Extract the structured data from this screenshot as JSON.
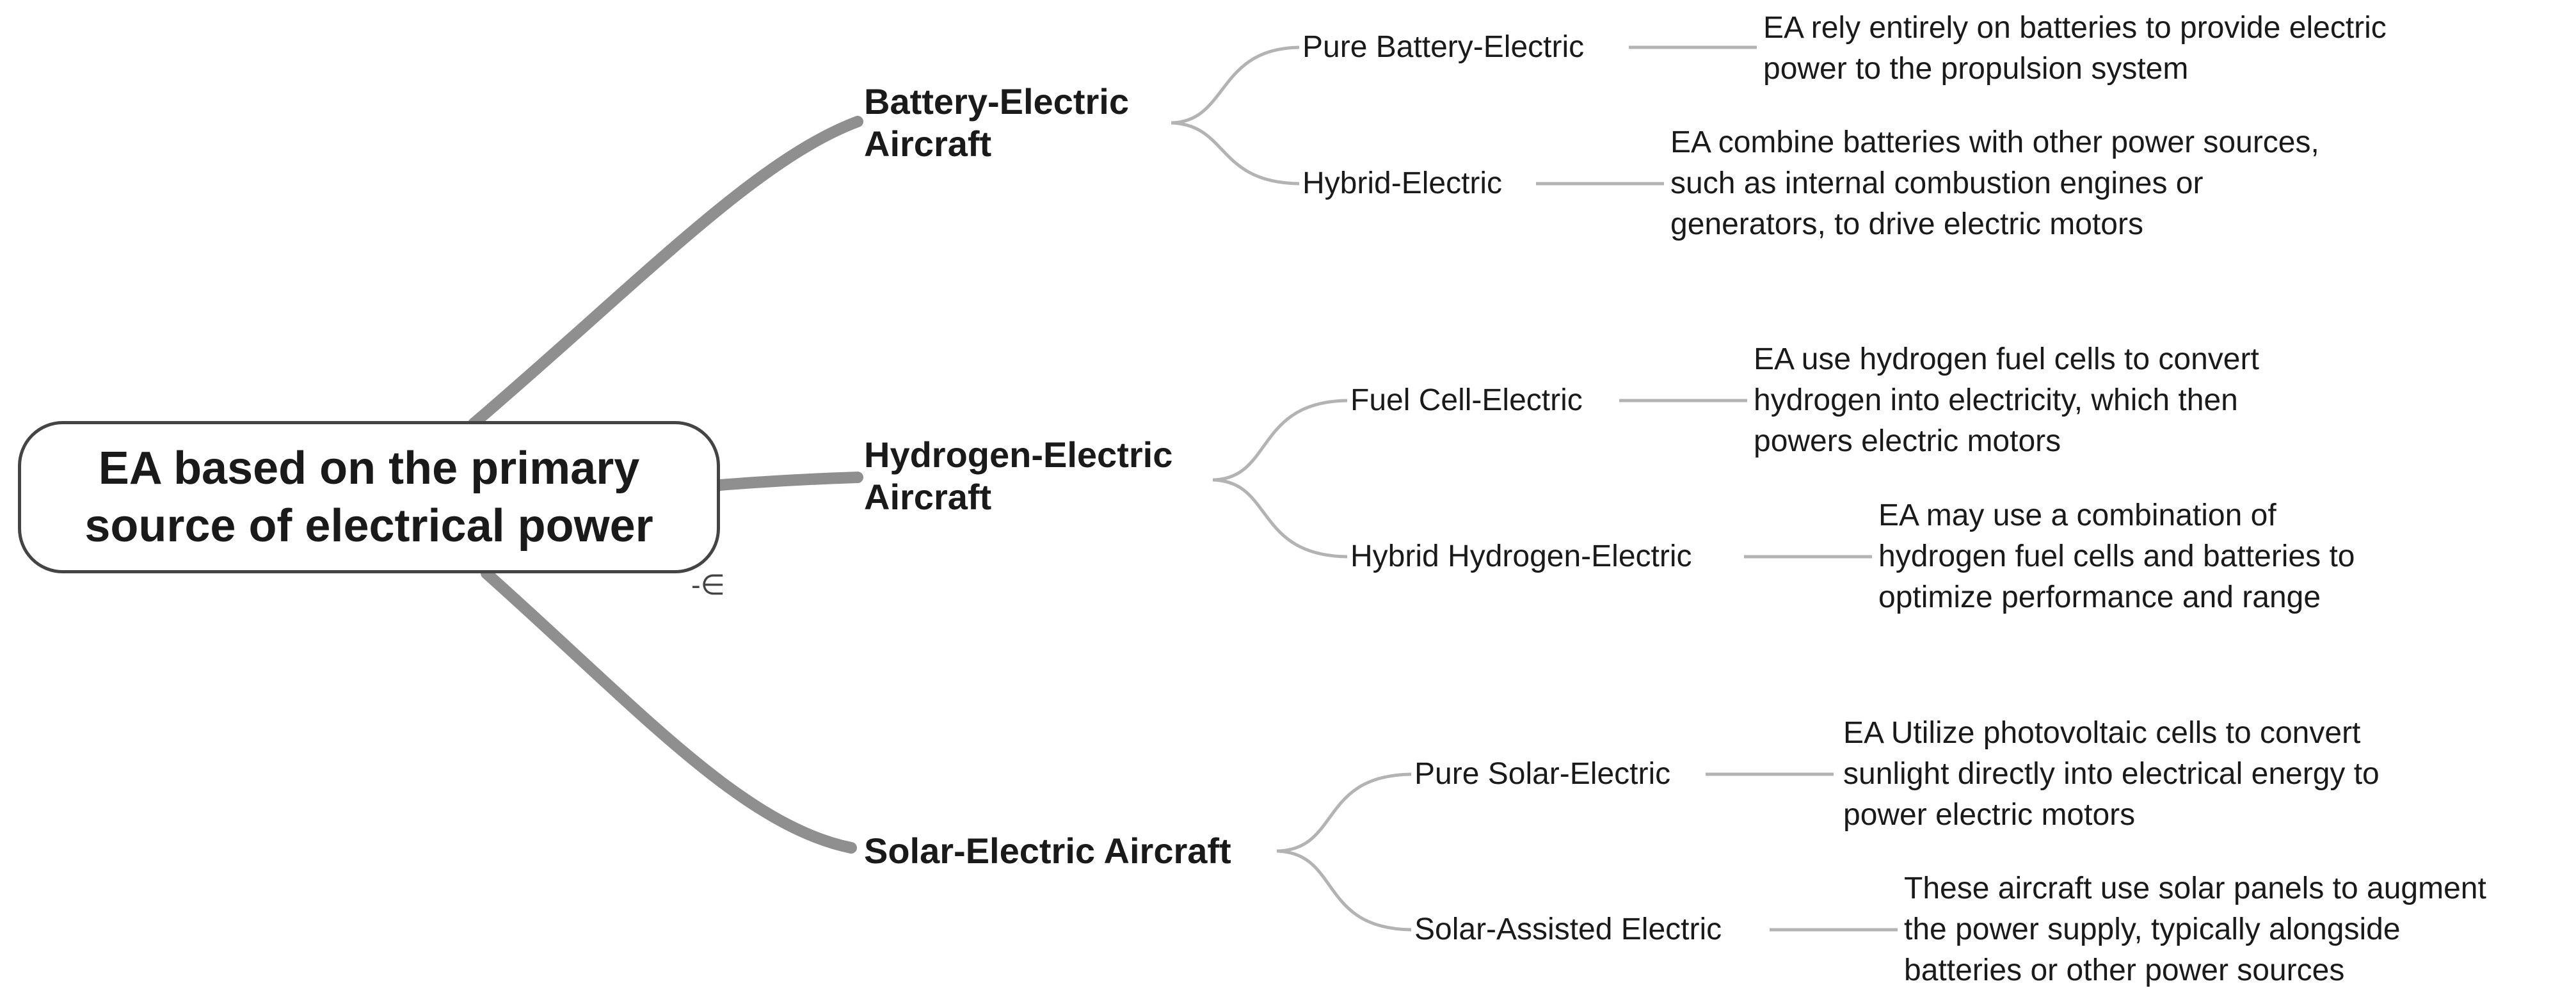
{
  "root": {
    "lines": [
      "EA based on the primary",
      "source of electrical power"
    ],
    "collapse_glyph": "-∈"
  },
  "branches": [
    {
      "lines": [
        "Battery-Electric",
        "Aircraft"
      ],
      "children": [
        {
          "label": "Pure Battery-Electric",
          "desc": [
            "EA rely entirely on batteries to provide electric",
            "power to the propulsion system"
          ]
        },
        {
          "label": "Hybrid-Electric",
          "desc": [
            "EA combine batteries with other power sources,",
            "such as internal combustion engines or",
            "generators, to drive electric motors"
          ]
        }
      ]
    },
    {
      "lines": [
        "Hydrogen-Electric",
        "Aircraft"
      ],
      "children": [
        {
          "label": "Fuel Cell-Electric",
          "desc": [
            "EA use hydrogen fuel cells to convert",
            "hydrogen into electricity, which then",
            "powers electric motors"
          ]
        },
        {
          "label": "Hybrid Hydrogen-Electric",
          "desc": [
            "EA may use a combination of",
            "hydrogen fuel cells and batteries to",
            "optimize performance and range"
          ]
        }
      ]
    },
    {
      "lines": [
        "Solar-Electric Aircraft"
      ],
      "children": [
        {
          "label": "Pure Solar-Electric",
          "desc": [
            "EA Utilize photovoltaic cells to convert",
            "sunlight directly into electrical energy to",
            "power electric motors"
          ]
        },
        {
          "label": "Solar-Assisted Electric",
          "desc": [
            "These aircraft use solar panels to augment",
            "the power supply, typically alongside",
            "batteries or other power sources"
          ]
        }
      ]
    }
  ],
  "colors": {
    "trunk": "#8f8f8f",
    "twig": "#b3b3b3",
    "root_border": "#444444"
  }
}
